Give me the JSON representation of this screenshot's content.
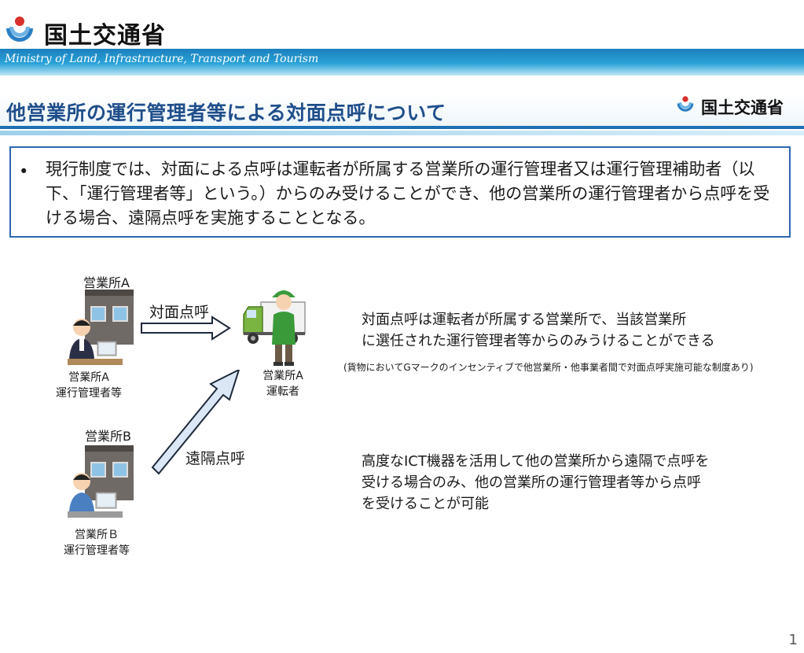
{
  "header": {
    "org_name": "国土交通省",
    "english_name": "Ministry of Land, Infrastructure, Transport and Tourism"
  },
  "slide": {
    "title": "他営業所の運行管理者等による対面点呼について",
    "title_logo_text": "国土交通省",
    "bullet_symbol": "•",
    "bullet_text": "現行制度では、対面による点呼は運転者が所属する営業所の運行管理者又は運行管理補助者（以下、「運行管理者等」という。）からのみ受けることができ、他の営業所の運行管理者から点呼を受ける場合、遠隔点呼を実施することとなる。",
    "page_number": "1"
  },
  "diagram": {
    "office_a_title": "営業所A",
    "office_a_manager": [
      "営業所A",
      "運行管理者等"
    ],
    "office_b_title": "営業所B",
    "office_b_manager": [
      "営業所Ｂ",
      "運行管理者等"
    ],
    "driver": [
      "営業所A",
      "運転者"
    ],
    "arrow_face_to_face": "対面点呼",
    "arrow_remote": "遠隔点呼"
  },
  "explanations": {
    "face_to_face": [
      "対面点呼は運転者が所属する営業所で、当該営業所",
      "に選任された運行管理者等からのみうけることができる"
    ],
    "face_to_face_note": "(貨物においてGマークのインセンティブで他営業所・他事業者間で対面点呼実施可能な制度あり)",
    "remote": [
      "高度なICT機器を活用して他の営業所から遠隔で点呼を",
      "受ける場合のみ、他の営業所の運行管理者等から点呼",
      "を受けることが可能"
    ]
  },
  "colors": {
    "title_blue": "#1f4e8a",
    "band_blue": "#1b7fbd",
    "box_border": "#2f66b2",
    "logo_blue": "#2a7fc4",
    "logo_red": "#d8312b"
  },
  "icons": [
    "mlit-logo-icon",
    "office-building-icon",
    "office-worker-icon",
    "truck-icon",
    "driver-icon",
    "arrow-right-icon",
    "arrow-diagonal-icon"
  ]
}
